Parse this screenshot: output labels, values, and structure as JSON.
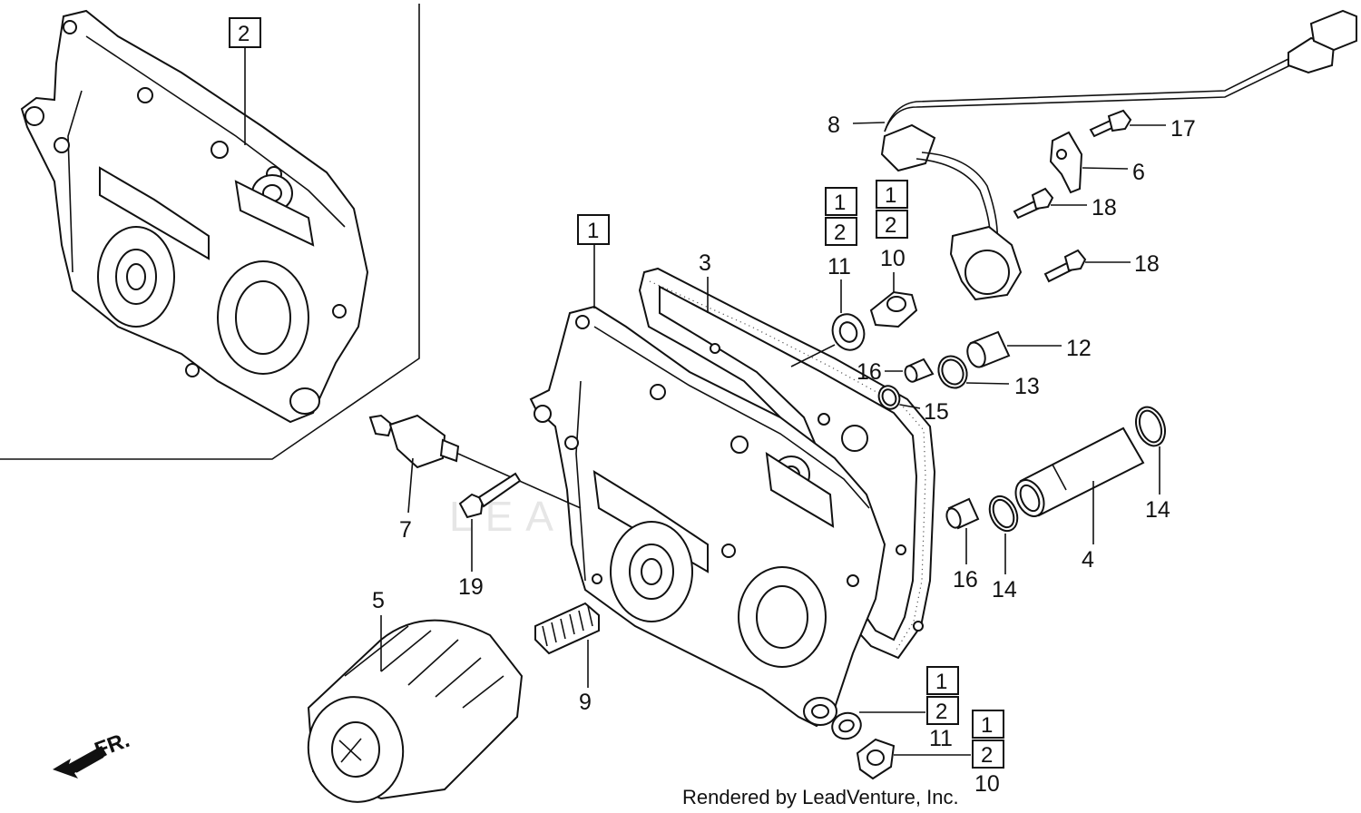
{
  "labels": {
    "l2_top": "2",
    "l1_center": "1",
    "l3": "3",
    "l4": "4",
    "l5": "5",
    "l6": "6",
    "l7": "7",
    "l8": "8",
    "l9": "9",
    "l10_top": "10",
    "l10_bottom": "10",
    "l11_top": "11",
    "l11_bottom": "11",
    "l12": "12",
    "l13": "13",
    "l14_right": "14",
    "l14_mid": "14",
    "l15": "15",
    "l16_top": "16",
    "l16_bottom": "16",
    "l17": "17",
    "l18_top": "18",
    "l18_bottom": "18",
    "l19": "19",
    "box_11_top_1": "1",
    "box_11_top_2": "2",
    "box_10_top_1": "1",
    "box_10_top_2": "2",
    "box_11_bot_1": "1",
    "box_11_bot_2": "2",
    "box_10_bot_1": "1",
    "box_10_bot_2": "2"
  },
  "direction_label": "FR.",
  "watermark": "LEADVENTURE",
  "footer": "Rendered by LeadVenture, Inc."
}
